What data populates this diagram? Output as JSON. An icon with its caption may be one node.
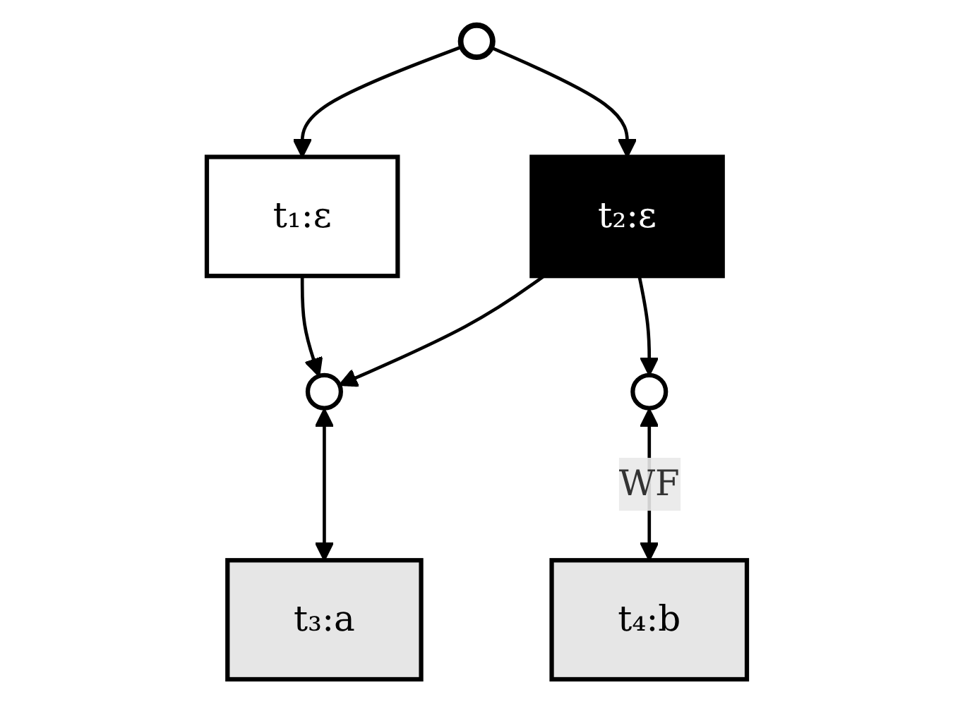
{
  "diagram": {
    "nodes": [
      {
        "text": [],
        "shape": "circle"
      },
      {
        "text": [
          "t₁:ε"
        ]
      },
      {
        "text": [
          "t₂:ε"
        ]
      },
      {
        "text": [],
        "shape": "circle"
      },
      {
        "text": [],
        "shape": "circle"
      },
      {
        "text": [
          "t₃:a"
        ]
      },
      {
        "text": [
          "t₄:b"
        ]
      }
    ],
    "edges": [
      {
        "from": 0,
        "to": 1,
        "arrow": "to"
      },
      {
        "from": 0,
        "to": 2,
        "arrow": "to"
      },
      {
        "from": 1,
        "to": 3,
        "arrow": "to"
      },
      {
        "from": 2,
        "to": 3,
        "arrow": "to"
      },
      {
        "from": 2,
        "to": 4,
        "arrow": "to"
      },
      {
        "from": 3,
        "to": 5,
        "arrow": "both"
      },
      {
        "from": 4,
        "to": 6,
        "arrow": "both",
        "label": "WF"
      }
    ]
  }
}
